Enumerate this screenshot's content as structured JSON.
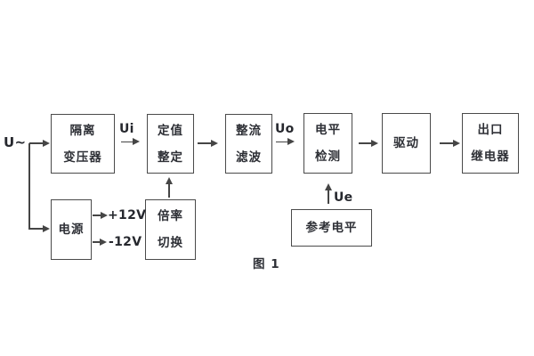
{
  "figure": {
    "caption": "图 1"
  },
  "signals": {
    "input": "U~",
    "ui": "Ui",
    "uo": "Uo",
    "ue": "Ue",
    "plus_12v": "+12V",
    "minus_12v": "-12V"
  },
  "blocks": {
    "isolation_transformer": {
      "line1": "隔离",
      "line2": "变压器"
    },
    "setting_adjust": {
      "line1": "定值",
      "line2": "整定"
    },
    "rectify_filter": {
      "line1": "整流",
      "line2": "滤波"
    },
    "level_detect": {
      "line1": "电平",
      "line2": "检测"
    },
    "driver": {
      "line1": "驱动"
    },
    "output_relay": {
      "line1": "出口",
      "line2": "继电器"
    },
    "power_supply": {
      "line1": "电源"
    },
    "ratio_switch": {
      "line1": "倍率",
      "line2": "切换"
    },
    "reference_level": {
      "line1": "参考电平"
    }
  },
  "colors": {
    "line": "#454545",
    "text": "#2e3036",
    "background": "#ffffff"
  }
}
